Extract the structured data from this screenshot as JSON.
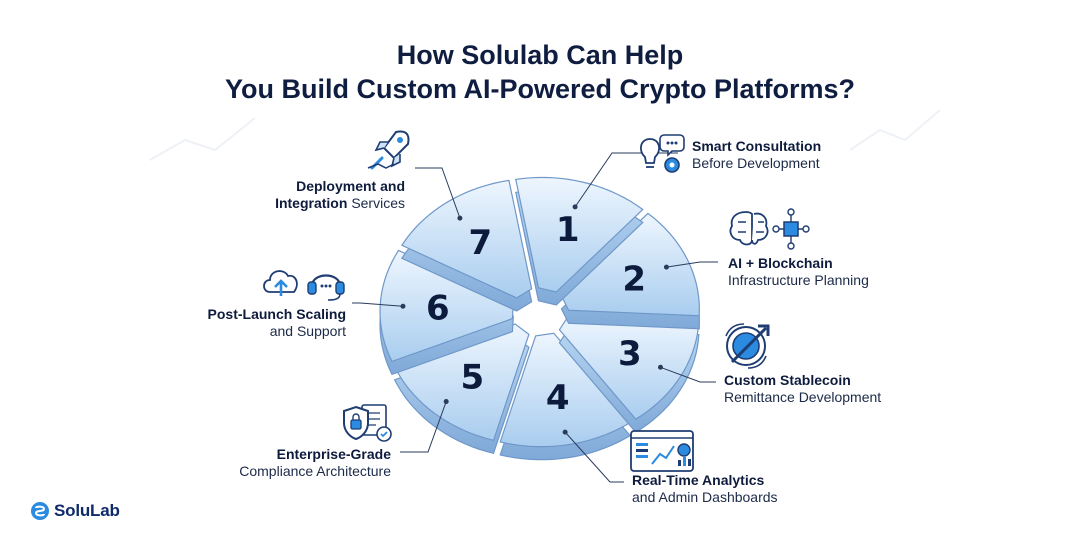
{
  "title_line1": "How Solulab Can Help",
  "title_line2": "You Build Custom AI-Powered Crypto Platforms?",
  "segments": [
    {
      "number": "1",
      "label_bold": "Smart Consultation",
      "label_rest": "Before Development",
      "icon": "lightbulb-gear-icon"
    },
    {
      "number": "2",
      "label_bold": "AI + Blockchain",
      "label_rest": "Infrastructure Planning",
      "icon": "brain-network-icon"
    },
    {
      "number": "3",
      "label_bold": "Custom Stablecoin",
      "label_rest": "Remittance Development",
      "icon": "coin-arrow-icon"
    },
    {
      "number": "4",
      "label_bold": "Real-Time Analytics",
      "label_rest": "and Admin Dashboards",
      "icon": "dashboard-icon"
    },
    {
      "number": "5",
      "label_bold": "Enterprise-Grade",
      "label_rest": "Compliance Architecture",
      "icon": "shield-lock-icon"
    },
    {
      "number": "6",
      "label_bold": "Post-Launch Scaling",
      "label_rest": "and Support",
      "icon": "cloud-headset-icon"
    },
    {
      "number": "7",
      "label_bold": "Deployment and",
      "label_bold2": "Integration",
      "label_rest": "Services",
      "icon": "rocket-icon"
    }
  ],
  "brand": {
    "name": "SoluLab",
    "color": "#0f2a6b",
    "accent": "#2b8be0"
  },
  "colors": {
    "segment_fill_light": "#e6f1fc",
    "segment_fill_dark": "#a9cdef",
    "segment_stroke": "#6f98c9",
    "text": "#0e1b3d"
  }
}
